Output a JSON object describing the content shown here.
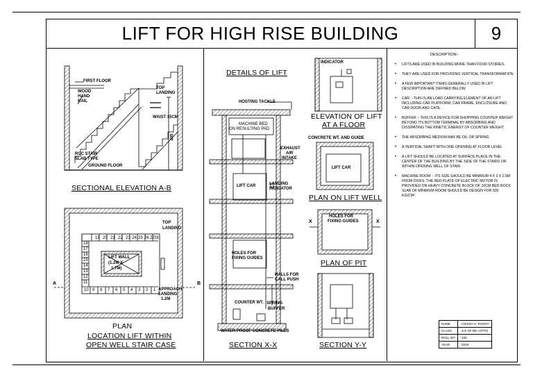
{
  "title": "LIFT FOR HIGH RISE BUILDING",
  "sheet_no": "9",
  "captions": {
    "sectional": "SECTIONAL ELEVATION A-B",
    "plan": "PLAN",
    "location": "LOCATION LIFT WITHIN",
    "open_well": "OPEN WELL STAIR CASE",
    "details": "DETAILS OF LIFT",
    "section_xx": "SECTION X-X",
    "elevation": "ELEVATION OF LIFT",
    "at_floor": "AT A FLOOR",
    "plan_well": "PLAN ON LIFT WELL",
    "plan_pit": "PLAN OF PIT",
    "section_yy": "SECTION Y-Y"
  },
  "labels": {
    "first_floor": "FIRST FLOOR",
    "wood": "WOOD",
    "hand": "HAND",
    "rail": "RAIL",
    "top": "TOP",
    "landing": "LANDING",
    "waist": "WAIST 15CM",
    "dim405": "405",
    "rcc_stair": "RCC STAIR",
    "slab_type": "SLAB TYPE",
    "ground_floor": "GROUND FLOOR",
    "hoisting": "HOSTING TACKLE",
    "machine_bed": "MACHINE BED",
    "resulting_pad": "ON RESULTING PAD",
    "exhaust": "EXHAUST",
    "air": "AIR",
    "intake": "INTAKE",
    "lift_car": "LIFT CAR",
    "landing_ind": "LANDING",
    "indicator": "INDICATOR",
    "holes_for": "HOLES FOR",
    "fixing_guides": "FIXING GUIDES",
    "halls_for": "HALLS FOR",
    "call_push": "CALL PUSH",
    "counter_wt": "COUNTER WT.",
    "spring": "SPRING",
    "buffer": "BUFFER",
    "waterproof": "WATER PROOF CONCRETE PILES",
    "indicator_top": "INDICATOR",
    "concrete_wt": "CONCRETE WT. AND GUIDE",
    "liftcar": "LIFT CAR",
    "holes_pit": "HOLES FOR",
    "fixing_pit": "FIXING GUIDES",
    "x_left": "X",
    "x_right": "X",
    "plan_top": "TOP",
    "plan_landing": "LANDING",
    "lift_wall": "LIFT WALL",
    "dim_a": "(1.2M X",
    "dim_b": "1.7M)",
    "approach": "APPROACH",
    "approach_landing": "LANDING",
    "approach_dim": "1.2M",
    "mark_a": "A",
    "mark_b": "B",
    "steps_top": [
      "19",
      "20",
      "21",
      "22",
      "23",
      "24",
      "25",
      "26",
      "27",
      "28"
    ],
    "steps_left": [
      "18",
      "17",
      "16",
      "15",
      "14",
      "13",
      "12",
      "11"
    ],
    "steps_bottom": [
      "10",
      "9",
      "8",
      "7",
      "6",
      "5",
      "4",
      "3",
      "2",
      "1"
    ]
  },
  "description": {
    "title": "DESCRIPTION:-",
    "items": [
      "LIFTS ARE USED IN BUILDING MORE THAN FOUR STORIES.",
      "THEY ARE USED FOR PROVIDING VERTICAL TRANSFORMATION",
      "A FEW IMPORTANT ITEMS GENERALLY USED IN LIFT DESCRIPTION ARE DEFINED BELOW.",
      "CAR :- THIS IS AN LOAD CARRYING ELEMENT OF AN LIFT INCLUDING CAR PLATFORM, CAR FRAME, ENCLOSURE AND CAR DOOR AND CATE.",
      "BUFFER :- THIS IS A DEVICE FOR SHOPPING COUNTER WEIGHT BEYOND ITS BOTTOM TERMINAL BY ABSORBING AND DISSIPATING THE KINETIC ENERGY OF COUNTER WEIGHT.",
      "THE ABSORBING MEDIUM MAY BE OIL OR SPRING",
      "A VERTICAL SHAFT WITH ONE OPENING AT FLOOR LEVEL",
      "A LIFT SHOULD BE LOCATED AT SURFACE PLACE IN THE CENTER OF THE BUILDING BY THE SIDE OF THE STAIRS OR WITHIN OPENING WELL OF STAIR.",
      "MACHINE ROOM :- ITS SIZE SHOULD BE MINIMUM 4 X 3 X 2.5M FROM DIVES. THE BED PLATE OF ELECTRIC MOTOR IS PROVIDED ON HEAVY CONCRETE BLOCK OF 10CM BED ROCK SLAB OF MINIMUM ROOM SHOULD BE DESIGN FOR 500 KG/CM²."
    ]
  },
  "title_block": [
    {
      "k": "NAME",
      "v": ": ASHISH H. PANDIT"
    },
    {
      "k": "CLASS",
      "v": ": S.E OF BE-I (PTO)"
    },
    {
      "k": "ROLL NO",
      "v": ": 105"
    },
    {
      "k": "YEAR",
      "v": ": 2018"
    }
  ]
}
